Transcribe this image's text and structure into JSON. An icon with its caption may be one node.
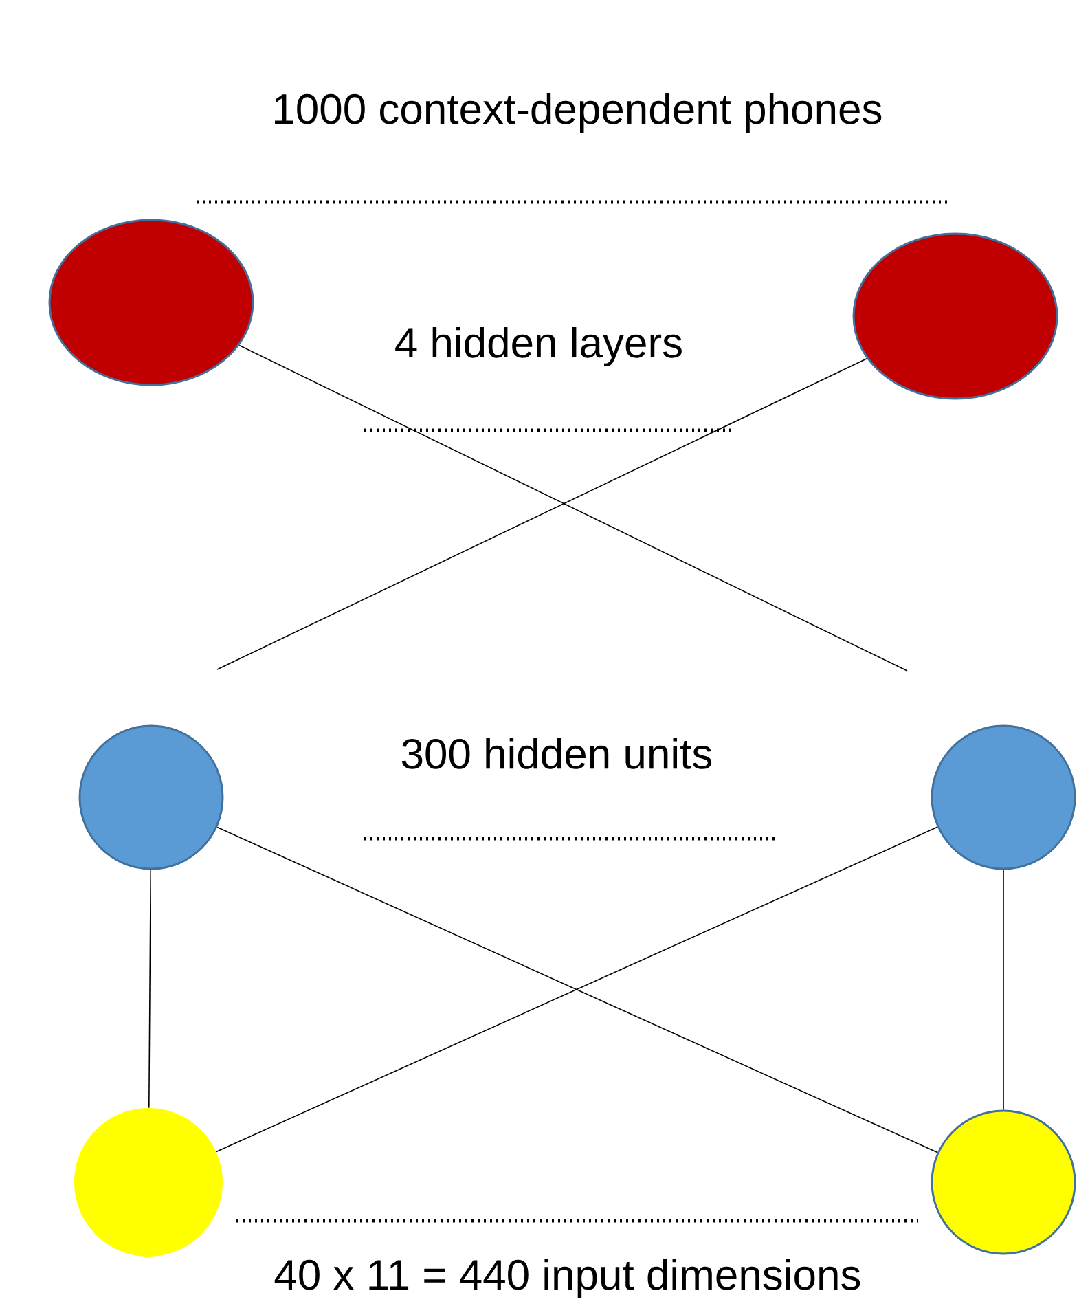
{
  "diagram": {
    "nodes": [
      {
        "text": [],
        "shape": "ellipse"
      },
      {
        "text": [],
        "shape": "ellipse"
      },
      {
        "text": [],
        "shape": "circle"
      },
      {
        "text": [],
        "shape": "circle"
      },
      {
        "text": [],
        "shape": "circle"
      },
      {
        "text": [],
        "shape": "circle"
      }
    ],
    "edges": [
      {
        "from": 0,
        "to": null,
        "arrow": "none"
      },
      {
        "from": 1,
        "to": null,
        "arrow": "none"
      },
      {
        "from": 2,
        "to": 4,
        "arrow": "none"
      },
      {
        "from": 2,
        "to": 5,
        "arrow": "none"
      },
      {
        "from": 3,
        "to": 4,
        "arrow": "none"
      },
      {
        "from": 3,
        "to": 5,
        "arrow": "none"
      }
    ],
    "labels": [
      "1000 context-dependent phones",
      "4 hidden layers",
      "300 hidden units",
      "40 x 11 = 440 input dimensions"
    ]
  }
}
